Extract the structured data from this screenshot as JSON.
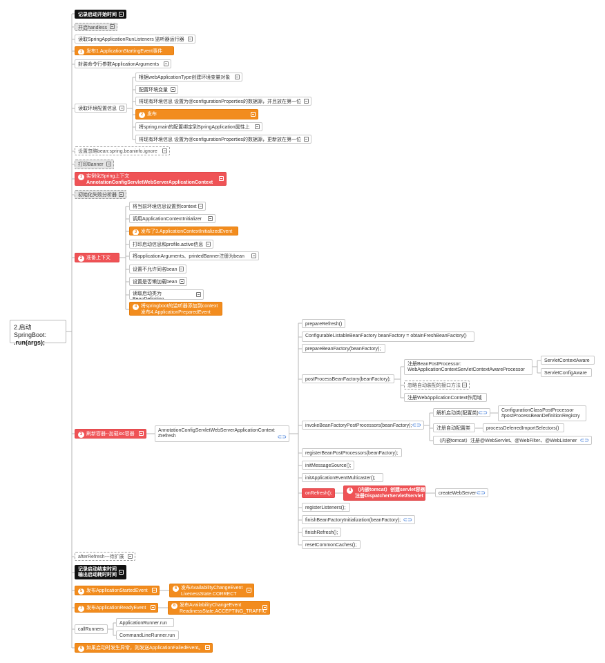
{
  "root": {
    "line1": "2.启动SpringBoot:",
    "line2": ".run(args);"
  },
  "steps": {
    "s01": "记录启动开始时间",
    "s02": "开启handless",
    "s03": "读取SpringApplicationRunListeners 监听器运行器",
    "s04": "发布1.ApplicationStartingEvent事件",
    "s05": "封装命令行参数ApplicationArguments",
    "s06": "读取环境配置信息",
    "s06a": "根据webApplicationType创建环境变量对象",
    "s06b": "配置环境变量",
    "s06c": "将现有环境信息 设置为@configurationProperties的数据源，并且放在第一位",
    "s06d": "发布",
    "s06e": "将spring.main的配置绑定到SpringApplication属性上",
    "s06f": "将现有环境信息 设置为@configurationProperties的数据源，更新放在第一位",
    "s07": "设置忽略bean:spring.beaninfo.ignore",
    "s08": "打印Banner",
    "s09a": "实例化Spring上下文",
    "s09b": "AnnotationConfigServletWebServerApplicationContext",
    "s10": "初始化失败分析器",
    "s11": "准备上下文",
    "s11a": "将当前环境信息设置到context",
    "s11b": "调用ApplicationContextInitializer",
    "s11c": "发布了3.ApplicationContextInitializedEvent",
    "s11d": "打印启动信息和profile.active信息",
    "s11e": "将applicationArguments、printedBanner注册为bean",
    "s11f": "设置不允许同名bean",
    "s11g": "设置是否懒加载bean",
    "s11h": "读取启动类为BeanDefinition",
    "s11i1": "将springboot的监听器添加到context",
    "s11i2": "发布4.ApplicationPreparedEvent",
    "s12": "刷新容器--加载ioc容器",
    "s12ctx": "AnnotationConfigServletWebServerApplicationContext #refresh",
    "r01": "prepareRefresh()",
    "r02": "ConfigurableListableBeanFactory beanFactory = obtainFreshBeanFactory()",
    "r03": "prepareBeanFactory(beanFactory);",
    "r04": "postProcessBeanFactory(beanFactory);",
    "r04a": "注册BeanPostProcessor: WebApplicationContextServletContextAwareProcessor",
    "r04a1": "ServletContextAware",
    "r04a2": "ServletConfigAware",
    "r04b": "忽略自动装配的接口方法",
    "r04c": "注册WebApplicationContext作用域",
    "r05": "invokeBeanFactoryPostProcessors(beanFactory);",
    "r05a": "解析启动类(配置类)",
    "r05a1": "ConfigurationClassPostProcessor #postProcessBeanDefinitionRegistry",
    "r05b": "注册自动配置类",
    "r05b1": "processDeferredImportSelectors()",
    "r05c": "（内嵌tomcat）注册@WebServlet、@WebFilter、@WebListener",
    "r06": "registerBeanPostProcessors(beanFactory);",
    "r07": "initMessageSource();",
    "r08": "initApplicationEventMulticaster();",
    "r09": "onRefresh();",
    "r09a1": "（内嵌tomcat）创建servlet容器",
    "r09a2": "注册DispatcherServlet/Servlet",
    "r09b": "createWebServer",
    "r10": "registerListeners();",
    "r11": "finishBeanFactoryInitialization(beanFactory);",
    "r12": "finishRefresh();",
    "r13": "resetCommonCaches();",
    "s13": "afterRefresh---待扩展",
    "s14a": "记录启动结束时间",
    "s14b": "输出启动耗时时间",
    "s15": "发布ApplicationStartedEvent",
    "s15a1": "发布AvailabilityChangeEvent",
    "s15a2": "LivenessState.CORRECT",
    "s16": "发布ApplicationReadyEvent",
    "s16a1": "发布AvailabilityChangeEvent",
    "s16a2": "ReadinessState.ACCEPTING_TRAFFIC",
    "s17": "callRunners",
    "s17a": "ApplicationRunner.run",
    "s17b": "CommandLineRunner.run",
    "s18": "如果启动时发生异常，则发送ApplicationFailedEvent。"
  },
  "badges": {
    "b1": "1",
    "b2": "2",
    "b3": "3",
    "b4": "4",
    "b5": "5",
    "b6": "6",
    "b7": "7",
    "b8": "8",
    "b9": "9",
    "r1": "1",
    "r2": "2",
    "r3": "3",
    "r4": "4"
  },
  "colors": {
    "orange": "#f28c1e",
    "red": "#ef5356",
    "black": "#111111",
    "link": "#2f6fd6",
    "line": "#b5b5b5"
  }
}
